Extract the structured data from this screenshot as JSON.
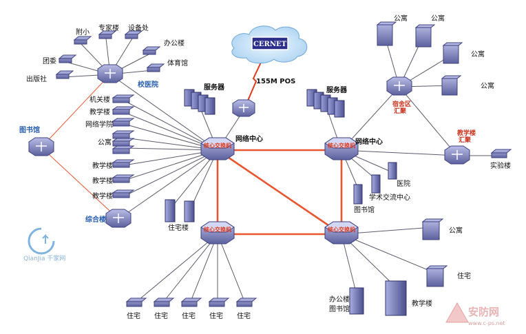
{
  "wan": {
    "cloud_label": "CERNET",
    "uplink_label": "155M POS"
  },
  "centers": {
    "left_net_center": "网络中心",
    "right_net_center": "网络中心",
    "left_servers": "服务器",
    "right_servers": "服务器"
  },
  "core_label": "核心交换机",
  "left_cluster": {
    "hospital_switch": "校医院",
    "library_switch": "图书馆",
    "complex_switch": "综合楼",
    "hospital_leaves": [
      "附小",
      "专家楼",
      "设备处",
      "办公楼",
      "体育馆",
      "团委",
      "出版社"
    ],
    "side_leaves": [
      "机关楼",
      "教学楼",
      "网络学院",
      "公寓",
      "教学楼",
      "教学楼",
      "教学楼"
    ],
    "housing": "住宅楼"
  },
  "right_cluster": {
    "dorm_switch": "宿舍区\n汇聚",
    "teach_switch": "教学楼\n汇聚",
    "dorm_leaves": [
      "公寓",
      "公寓",
      "公寓",
      "公寓"
    ],
    "lab": "实验楼",
    "buildings": [
      "医院",
      "学术交流中心",
      "图书馆"
    ]
  },
  "bottom_cluster": {
    "residences": [
      "住宅",
      "住宅",
      "住宅",
      "住宅",
      "住宅"
    ],
    "right_items": [
      "公寓",
      "住宅",
      "教学楼",
      "办公楼",
      "图书馆"
    ]
  },
  "watermarks": {
    "left_logo": "QianJia 千家网",
    "right_logo": "安防网",
    "right_url": "www.c-ps.net"
  }
}
